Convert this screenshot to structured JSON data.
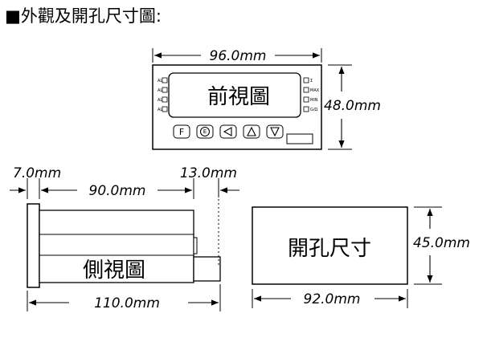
{
  "title": "■外觀及開孔尺寸圖:",
  "front": {
    "label": "前視圖",
    "width_dim": "96.0mm",
    "height_dim": "48.0mm",
    "left_leds": [
      "AL1",
      "AL2",
      "AL3",
      "AL4"
    ],
    "right_leds": [
      "Σ",
      "MAX",
      "MIN",
      "G/Ω"
    ],
    "button_f": "F",
    "button_e": "E"
  },
  "side": {
    "label": "側視圖",
    "dim_front": "7.0mm",
    "dim_body": "90.0mm",
    "dim_rear": "13.0mm",
    "dim_total": "110.0mm"
  },
  "cutout": {
    "label": "開孔尺寸",
    "width_dim": "92.0mm",
    "height_dim": "45.0mm"
  }
}
